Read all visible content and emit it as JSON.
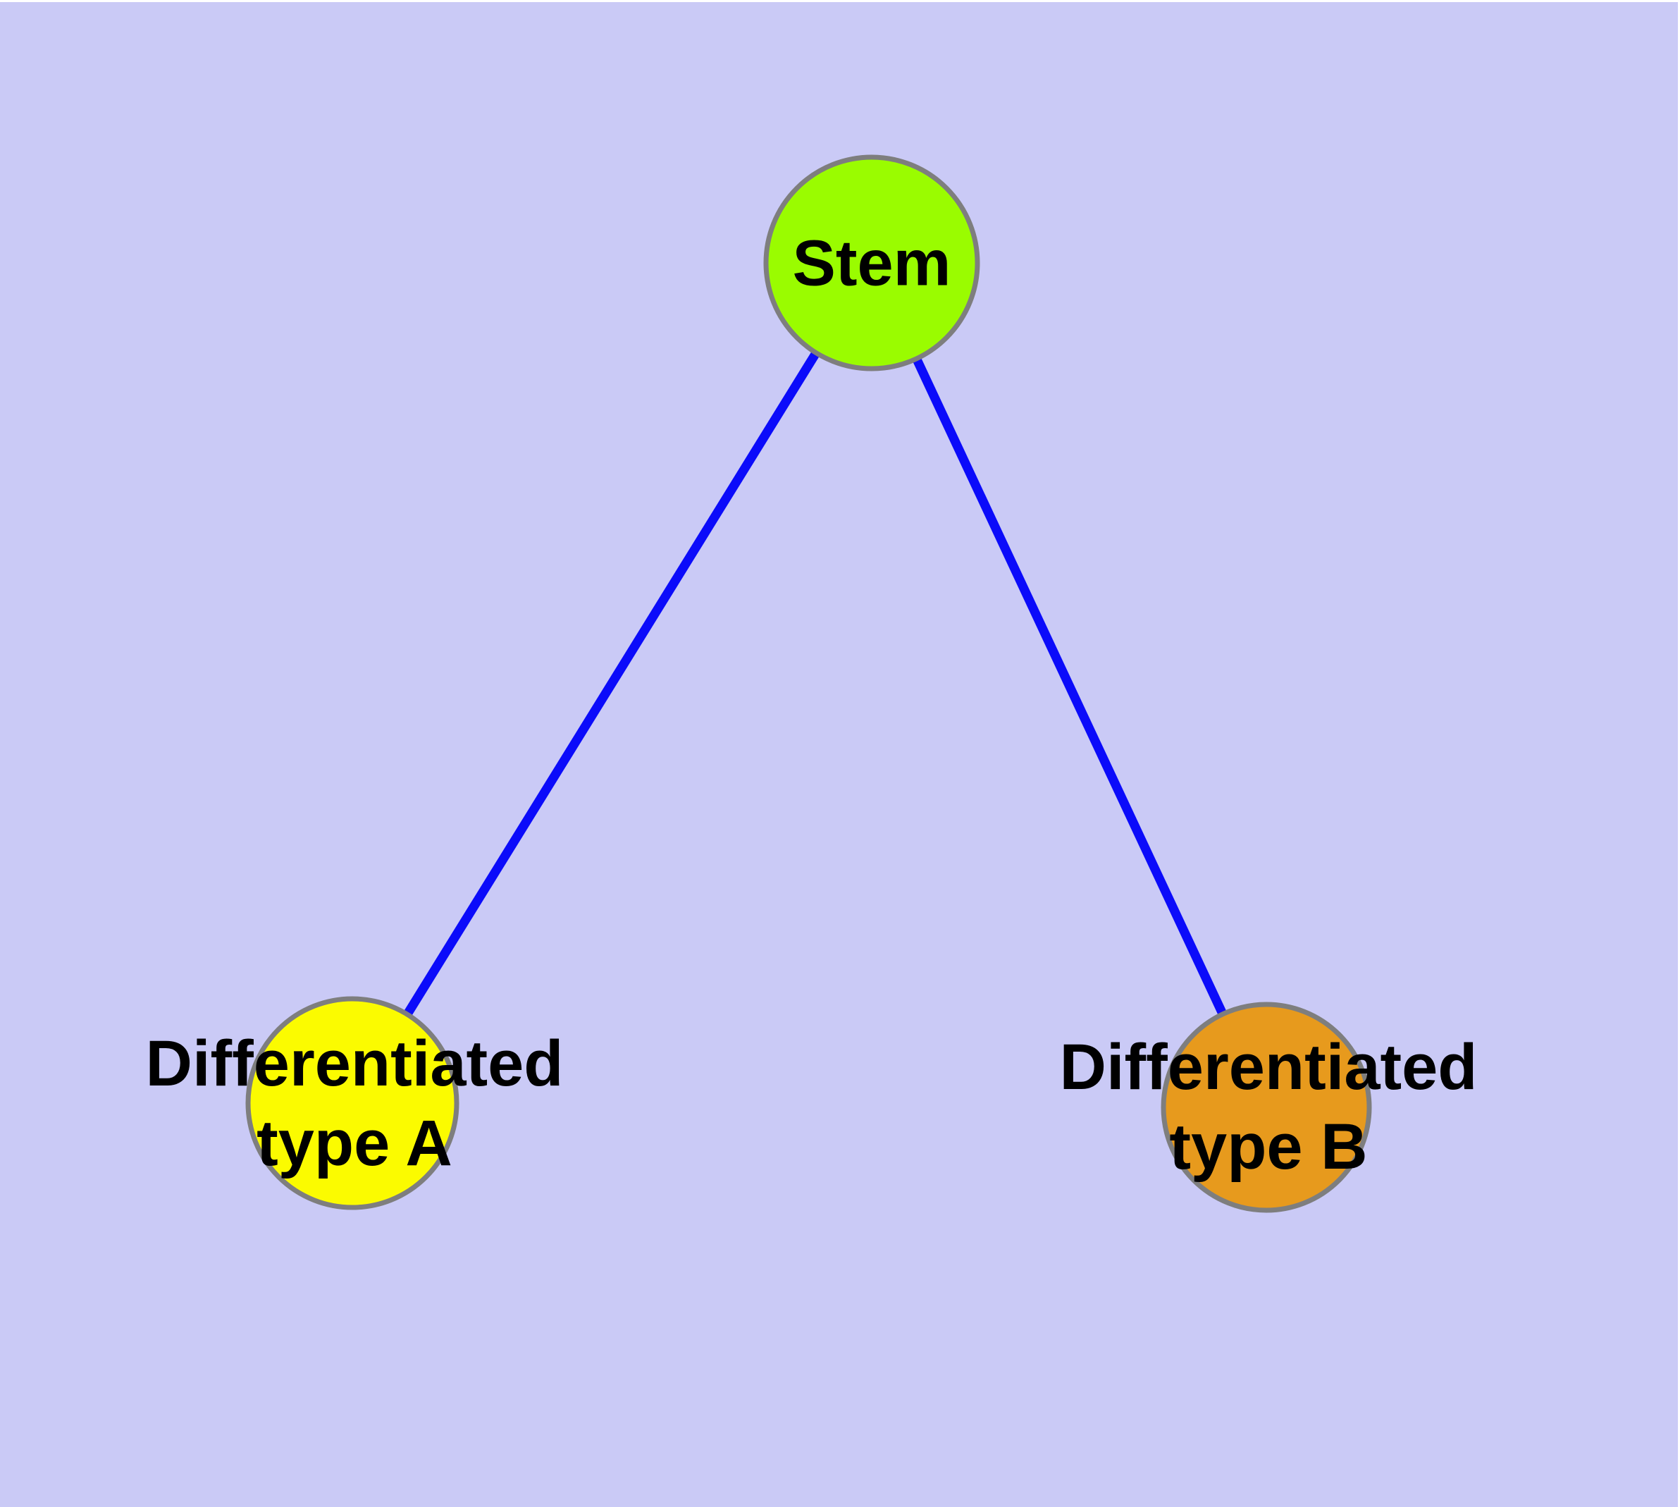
{
  "canvas": {
    "frame_color": "#FFFFFF",
    "background_color": "#CACAF6"
  },
  "graph": {
    "label_color": "#000000",
    "nodes": [
      {
        "id": "stem",
        "label": "Stem",
        "fill": "#9AFC00",
        "border": "#7E7E7E"
      },
      {
        "id": "differentiated-type-a",
        "label": "Differentiated\ntype A",
        "fill": "#FBFB00",
        "border": "#7E7E7E"
      },
      {
        "id": "differentiated-type-b",
        "label": "Differentiated\ntype B",
        "fill": "#E79A1D",
        "border": "#7E7E7E"
      }
    ],
    "edges": [
      {
        "from": "stem",
        "to": "differentiated-type-a",
        "color": "#0B0BFA"
      },
      {
        "from": "stem",
        "to": "differentiated-type-b",
        "color": "#0B0BFA"
      }
    ]
  }
}
